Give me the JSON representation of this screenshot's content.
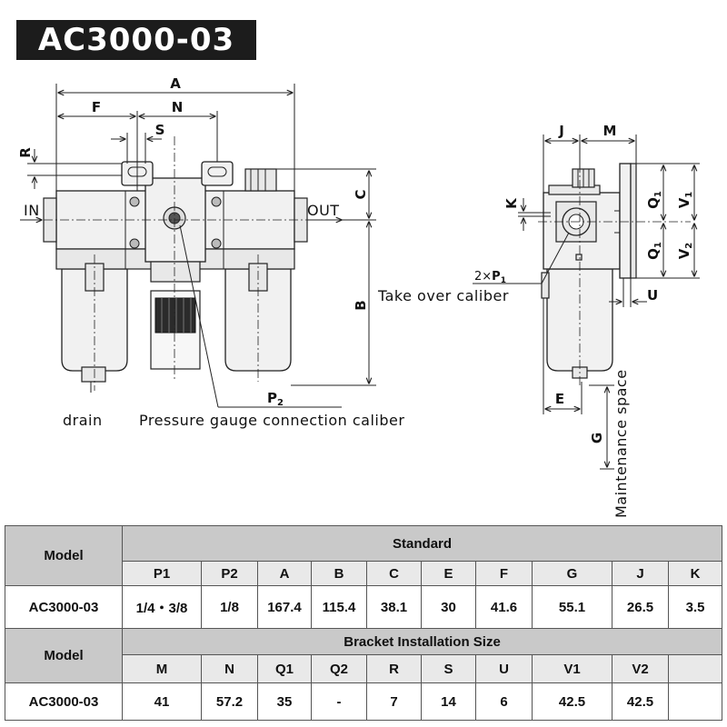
{
  "title": "AC3000-03",
  "dimension_labels": {
    "A": "A",
    "F": "F",
    "N": "N",
    "S": "S",
    "R": "R",
    "C": "C",
    "B": "B",
    "P2": "P",
    "P2_sub": "2",
    "J": "J",
    "M": "M",
    "K": "K",
    "Q1_a": "Q",
    "Q1_a_sub": "1",
    "V1": "V",
    "V1_sub": "1",
    "Q1_b": "Q",
    "Q1_b_sub": "1",
    "V2": "V",
    "V2_sub": "2",
    "U": "U",
    "E": "E",
    "G": "G",
    "P1_prefix": "2×",
    "P1": "P",
    "P1_sub": "1"
  },
  "annotations": {
    "in": "IN",
    "out": "OUT",
    "drain": "drain",
    "pressure_gauge": "Pressure gauge connection caliber",
    "take_over": "Take over caliber",
    "maintenance": "Maintenance space"
  },
  "table": {
    "model_header": "Model",
    "standard_header": "Standard",
    "standard_columns": [
      "P1",
      "P2",
      "A",
      "B",
      "C",
      "E",
      "F",
      "G",
      "J",
      "K"
    ],
    "standard_row": {
      "model": "AC3000-03",
      "values": [
        "1/4・3/8",
        "1/8",
        "167.4",
        "115.4",
        "38.1",
        "30",
        "41.6",
        "55.1",
        "26.5",
        "3.5"
      ]
    },
    "bracket_header": "Bracket Installation Size",
    "bracket_columns": [
      "M",
      "N",
      "Q1",
      "Q2",
      "R",
      "S",
      "U",
      "V1",
      "V2",
      ""
    ],
    "bracket_row": {
      "model": "AC3000-03",
      "values": [
        "41",
        "57.2",
        "35",
        "-",
        "7",
        "14",
        "6",
        "42.5",
        "42.5",
        ""
      ]
    }
  }
}
